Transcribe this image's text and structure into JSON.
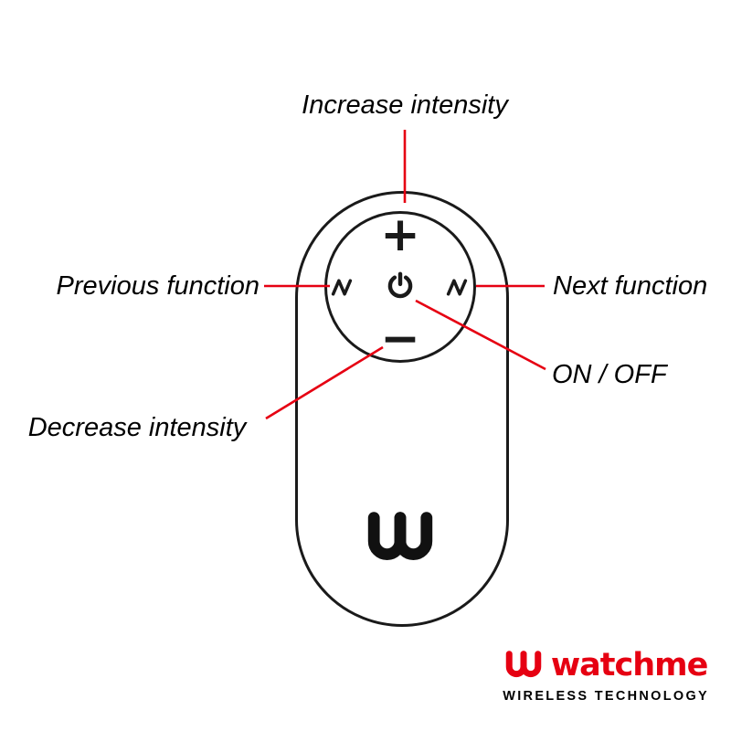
{
  "diagram": {
    "labels": {
      "increase_intensity": "Increase intensity",
      "previous_function": "Previous function",
      "next_function": "Next function",
      "on_off": "ON / OFF",
      "decrease_intensity": "Decrease intensity"
    },
    "buttons": {
      "plus": "+",
      "minus": "−"
    },
    "icons": {
      "power": "power-icon",
      "previous_wave": "wave-icon",
      "next_wave": "wave-icon",
      "device_brand_mark": "watchme-squiggle-mark"
    }
  },
  "brand": {
    "wordmark": "watchme",
    "tagline": "WIRELESS TECHNOLOGY",
    "logo_mark": "watchme-squiggle-mark"
  },
  "colors": {
    "accent_red": "#e60012",
    "outline_black": "#1a1a1a"
  }
}
